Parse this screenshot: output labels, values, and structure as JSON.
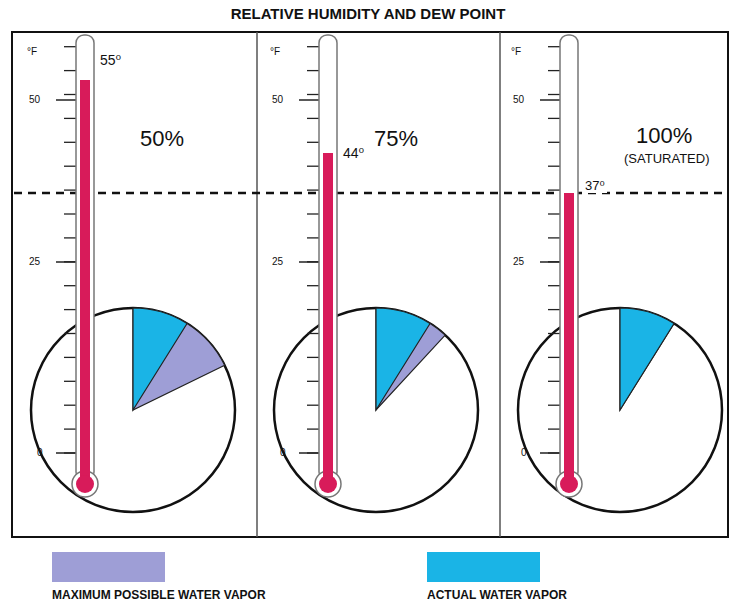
{
  "diagram": {
    "title": "RELATIVE HUMIDITY AND DEW POINT",
    "labels": [
      "°F",
      "50",
      "25",
      "0",
      "55⁰",
      "50%",
      "°F",
      "50",
      "25",
      "0",
      "44⁰",
      "75%",
      "°F",
      "50",
      "25",
      "0",
      "100%",
      "(SATURATED)",
      "37⁰"
    ],
    "legend": [
      {
        "text": "MAXIMUM POSSIBLE WATER VAPOR",
        "color": "#9e9ed6"
      },
      {
        "text": "ACTUAL WATER VAPOR",
        "color": "#1ab4e6"
      }
    ]
  }
}
